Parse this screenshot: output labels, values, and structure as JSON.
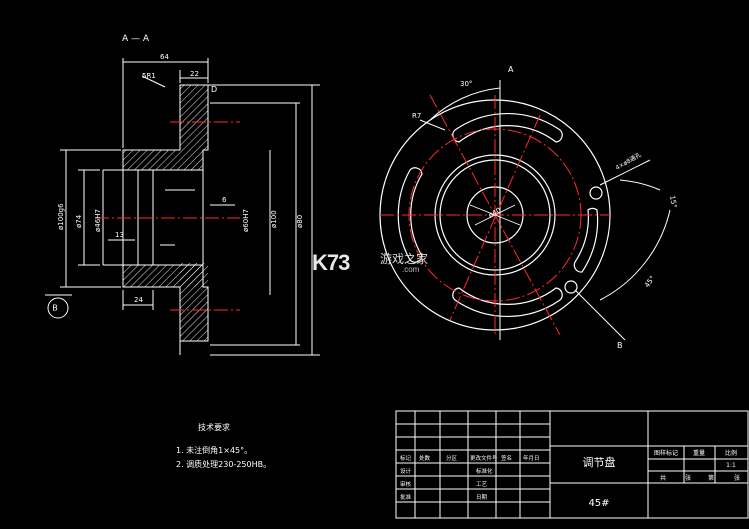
{
  "section_label": "A — A",
  "view_label_a": "A",
  "view_label_b": "B",
  "datum_b": "B",
  "dims": {
    "d64": "64",
    "d22": "22",
    "r1": "5R1",
    "d24": "24",
    "d6": "6",
    "d13": "13",
    "dia100": "ø100g6",
    "dia74": "ø74",
    "dia46": "ø46H7",
    "dia60": "ø60H7",
    "dia100b": "ø100",
    "dia80": "ø80",
    "d_ang30": "30°",
    "d_ang15": "15°",
    "d_ang45": "45°",
    "d_r7": "R7",
    "d_holes": "4×ø8通孔",
    "d_c40": "ø40",
    "d_label": "D"
  },
  "notes": {
    "title": "技术要求",
    "line1": "1. 未注倒角1×45°。",
    "line2": "2. 调质处理230-250HB。"
  },
  "title_block": {
    "part_name": "调节盘",
    "material": "45#",
    "col_scale": "比例",
    "scale": "1:1",
    "col_weight": "重量",
    "col_marking": "图样标记",
    "sheet": "共",
    "sheet2": "张",
    "sheet3": "第",
    "sheet4": "张",
    "r_mark": "标记",
    "r_count": "处数",
    "r_zone": "分区",
    "r_doc": "更改文件号",
    "r_sign": "签名",
    "r_date": "年月日",
    "r_design": "设计",
    "r_std": "标准化",
    "r_check": "审核",
    "r_craft": "工艺",
    "r_approve": "批准",
    "r_date2": "日期"
  },
  "watermark": {
    "logo": "K73",
    "cn": "游戏之家",
    "url": ".com"
  }
}
